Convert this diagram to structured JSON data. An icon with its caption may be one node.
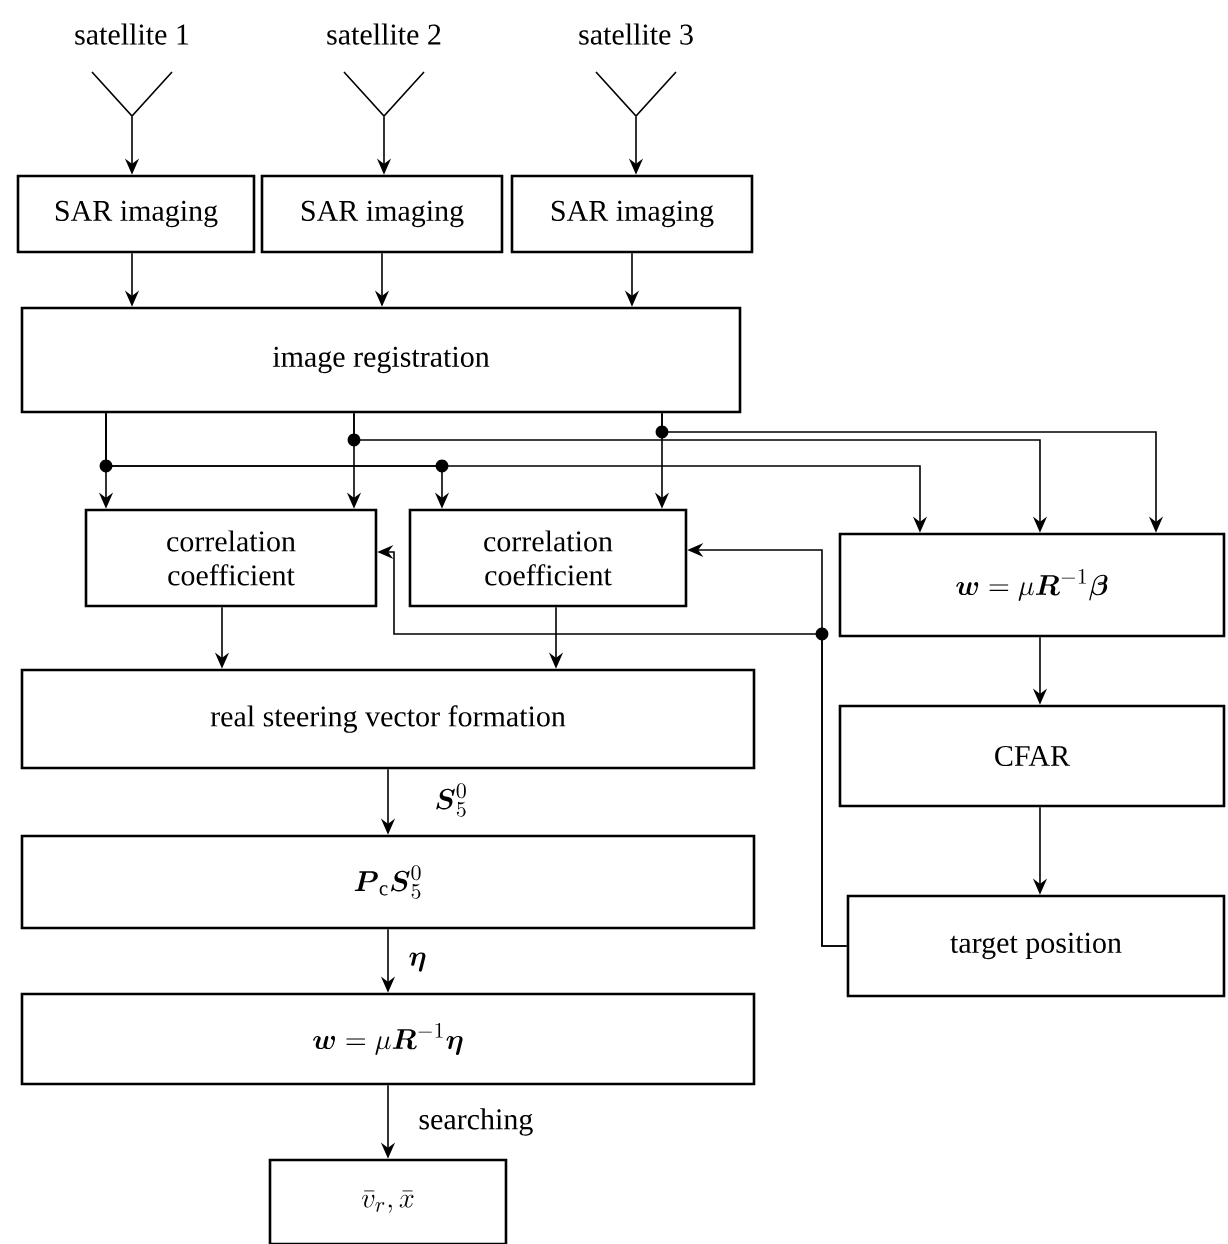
{
  "diagram": {
    "nodes": [
      {
        "text": [
          "satellite 1"
        ]
      },
      {
        "text": [
          "satellite 2"
        ]
      },
      {
        "text": [
          "satellite 3"
        ]
      },
      {
        "text": [
          "SAR imaging"
        ]
      },
      {
        "text": [
          "SAR imaging"
        ]
      },
      {
        "text": [
          "SAR imaging"
        ]
      },
      {
        "text": [
          "image registration"
        ]
      },
      {
        "text": [
          "correlation coefficient"
        ]
      },
      {
        "text": [
          "correlation coefficient"
        ]
      },
      {
        "text": [
          "\\boldsymbol{w} = \\mu\\boldsymbol{R}^{-1}\\boldsymbol{\\beta}"
        ]
      },
      {
        "text": [
          "CFAR"
        ]
      },
      {
        "text": [
          "target position"
        ]
      },
      {
        "text": [
          "real steering vector formation"
        ]
      },
      {
        "text": [
          "\\boldsymbol{P}_{\\mathrm{c}}\\boldsymbol{S}_5^0"
        ]
      },
      {
        "text": [
          "\\boldsymbol{w} = \\mu\\boldsymbol{R}^{-1}\\boldsymbol{\\eta}"
        ]
      },
      {
        "text": [
          "\\bar{v}_r, \\bar{x}"
        ]
      }
    ],
    "edges": [
      {
        "from": 0,
        "to": 3,
        "arrow": "to"
      },
      {
        "from": 1,
        "to": 4,
        "arrow": "to"
      },
      {
        "from": 2,
        "to": 5,
        "arrow": "to"
      },
      {
        "from": 3,
        "to": 6,
        "arrow": "to"
      },
      {
        "from": 4,
        "to": 6,
        "arrow": "to"
      },
      {
        "from": 5,
        "to": 6,
        "arrow": "to"
      },
      {
        "from": 6,
        "to": 7,
        "arrow": "to"
      },
      {
        "from": 6,
        "to": 8,
        "arrow": "to"
      },
      {
        "from": 6,
        "to": 9,
        "arrow": "to"
      },
      {
        "from": 6,
        "to": 7,
        "arrow": "to"
      },
      {
        "from": 6,
        "to": 9,
        "arrow": "to"
      },
      {
        "from": 6,
        "to": 8,
        "arrow": "to"
      },
      {
        "from": 6,
        "to": 9,
        "arrow": "to"
      },
      {
        "from": 9,
        "to": 10,
        "arrow": "to"
      },
      {
        "from": 10,
        "to": 11,
        "arrow": "to"
      },
      {
        "from": 11,
        "to": 8,
        "arrow": "to"
      },
      {
        "from": 11,
        "to": 7,
        "arrow": "to"
      },
      {
        "from": 7,
        "to": 12,
        "arrow": "to"
      },
      {
        "from": 8,
        "to": 12,
        "arrow": "to"
      },
      {
        "from": 12,
        "to": 13,
        "arrow": "to",
        "label": "\\boldsymbol{S}_5^0"
      },
      {
        "from": 13,
        "to": 14,
        "arrow": "to",
        "label": "\\boldsymbol{\\eta}"
      },
      {
        "from": 14,
        "to": 15,
        "arrow": "to",
        "label": "searching"
      }
    ]
  }
}
